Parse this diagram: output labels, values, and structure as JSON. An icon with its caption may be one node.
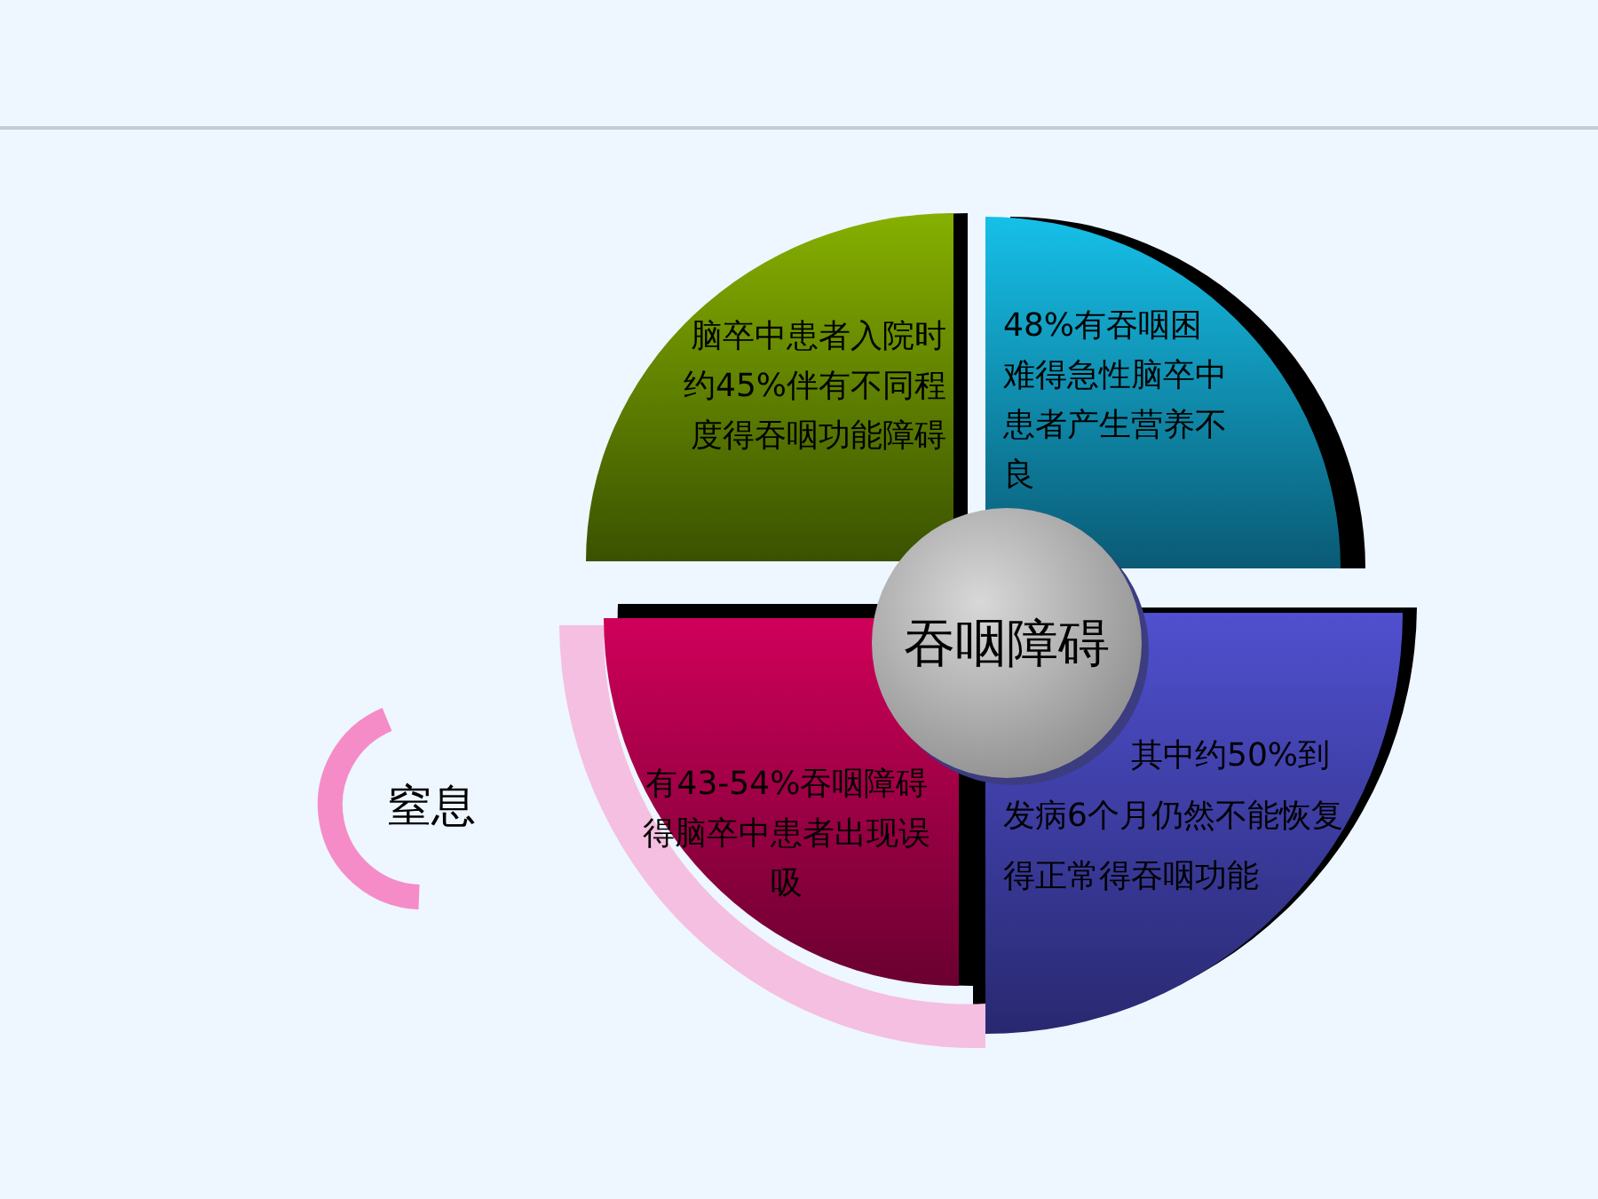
{
  "diagram": {
    "nodes": [
      {
        "text": [
          "脑卒中患者入院时约45%伴有不同程度得吞咽功能障碍"
        ]
      },
      {
        "text": [
          "48%有吞咽困难得急性脑卒中患者产生营养不良"
        ]
      },
      {
        "text": [
          "有43-54%吞咽障碍得脑卒中患者出现误吸"
        ]
      },
      {
        "text": [
          "其中约50%到发病6个月仍然不能恢复得正常得吞咽功能"
        ]
      },
      {
        "text": [
          "吞咽障碍"
        ]
      },
      {
        "text": [
          "窒息"
        ]
      }
    ]
  }
}
